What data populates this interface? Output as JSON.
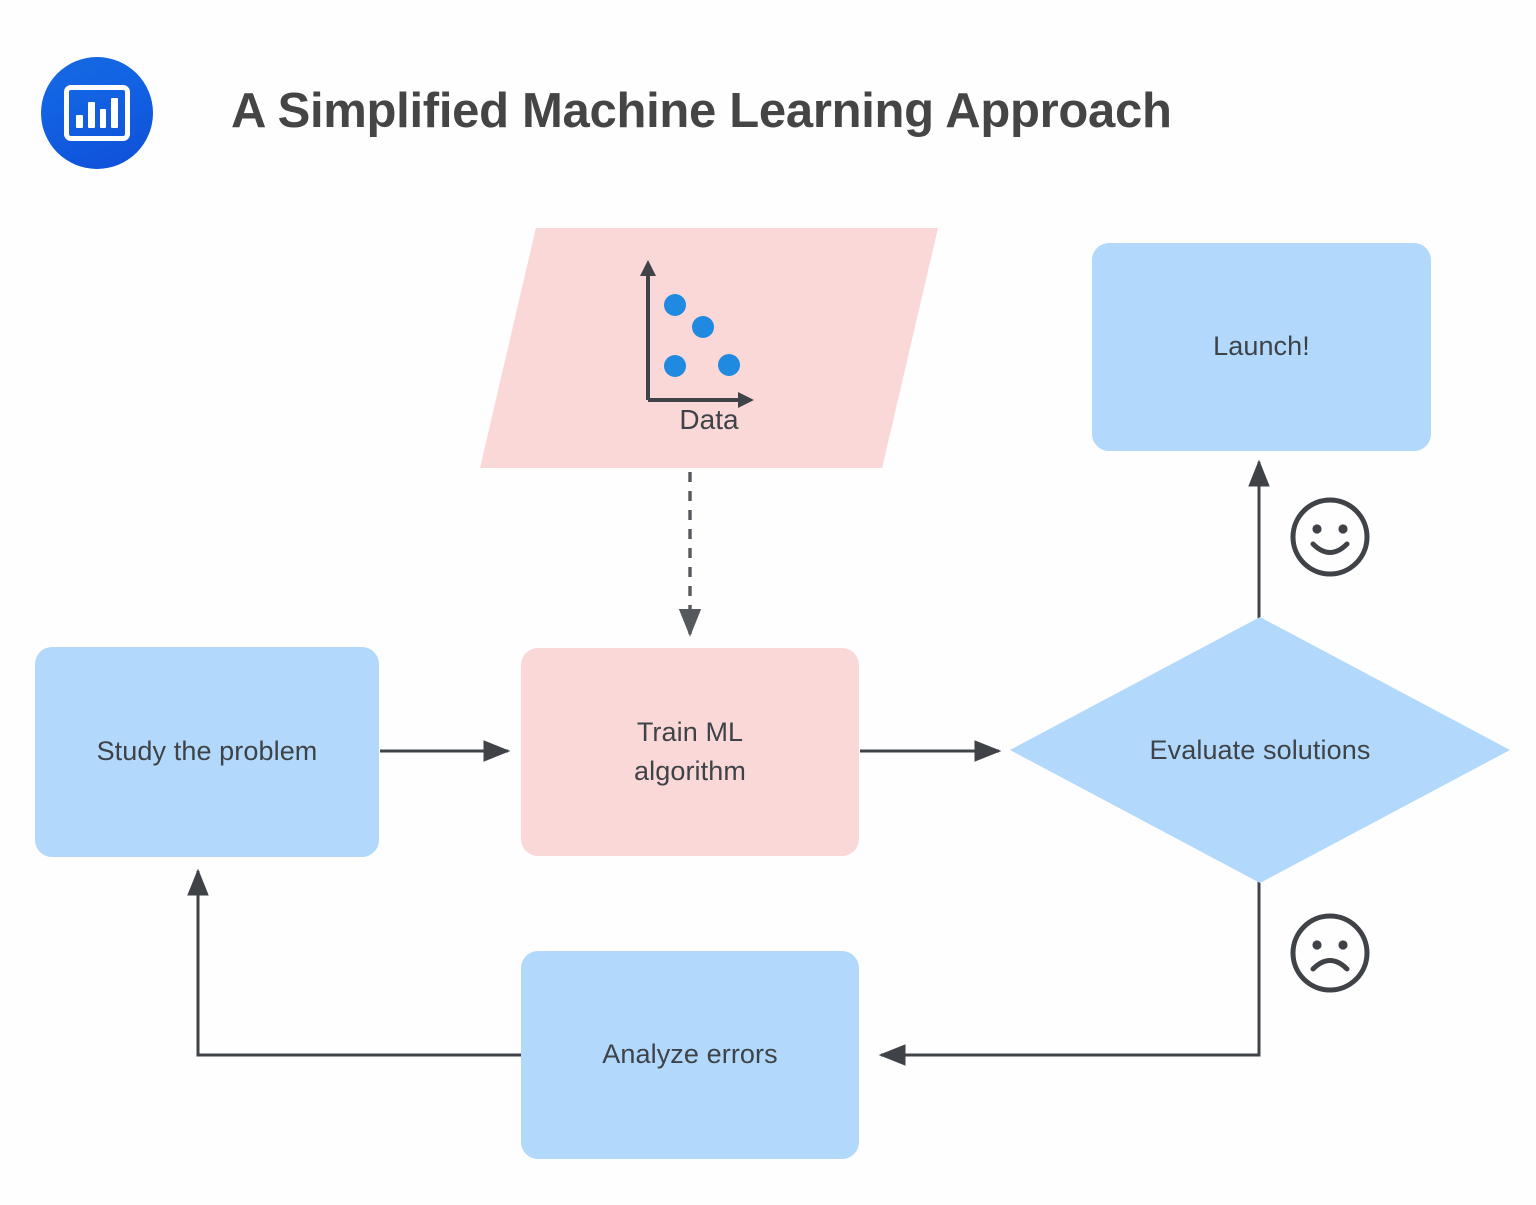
{
  "header": {
    "title": "A Simplified Machine Learning Approach",
    "logo_icon": "bar-chart-icon"
  },
  "colors": {
    "background": "#fefefe",
    "blue_node": "#b2d8fb",
    "pink_node": "#fbd8d8",
    "text": "#3e4348",
    "title_text": "#454545",
    "connector": "#3f4348",
    "logo_blue": "#1263e3",
    "data_point_blue": "#1f8ae0"
  },
  "diagram": {
    "nodes": [
      {
        "id": "study",
        "label": "Study the problem",
        "shape": "rounded-rect",
        "color": "blue"
      },
      {
        "id": "train",
        "label": "Train ML algorithm",
        "label_line1": "Train ML",
        "label_line2": "algorithm",
        "shape": "rounded-rect",
        "color": "pink"
      },
      {
        "id": "evaluate",
        "label": "Evaluate solutions",
        "shape": "diamond",
        "color": "blue"
      },
      {
        "id": "launch",
        "label": "Launch!",
        "shape": "rounded-rect",
        "color": "blue"
      },
      {
        "id": "analyze",
        "label": "Analyze errors",
        "shape": "rounded-rect",
        "color": "blue"
      },
      {
        "id": "data",
        "label": "Data",
        "shape": "parallelogram",
        "color": "pink"
      }
    ],
    "edges": [
      {
        "from": "study",
        "to": "train",
        "style": "solid",
        "arrow": "right"
      },
      {
        "from": "data",
        "to": "train",
        "style": "dashed",
        "arrow": "down"
      },
      {
        "from": "train",
        "to": "evaluate",
        "style": "solid",
        "arrow": "right"
      },
      {
        "from": "evaluate",
        "to": "launch",
        "style": "solid",
        "arrow": "up",
        "marker": "happy-face-icon"
      },
      {
        "from": "evaluate",
        "to": "analyze",
        "style": "solid",
        "arrow": "left",
        "marker": "sad-face-icon"
      },
      {
        "from": "analyze",
        "to": "study",
        "style": "solid",
        "arrow": "up"
      }
    ],
    "markers": {
      "happy": "happy-face-icon",
      "sad": "sad-face-icon"
    }
  },
  "chart_data": {
    "type": "scatter",
    "title": "Data",
    "xlabel": "",
    "ylabel": "",
    "grid": false,
    "legend": null,
    "points": [
      {
        "x": 1,
        "y": 3
      },
      {
        "x": 2,
        "y": 2.4
      },
      {
        "x": 1,
        "y": 1
      },
      {
        "x": 3,
        "y": 1
      }
    ],
    "xlim": [
      0,
      4
    ],
    "ylim": [
      0,
      4
    ],
    "point_color": "#1f8ae0"
  }
}
